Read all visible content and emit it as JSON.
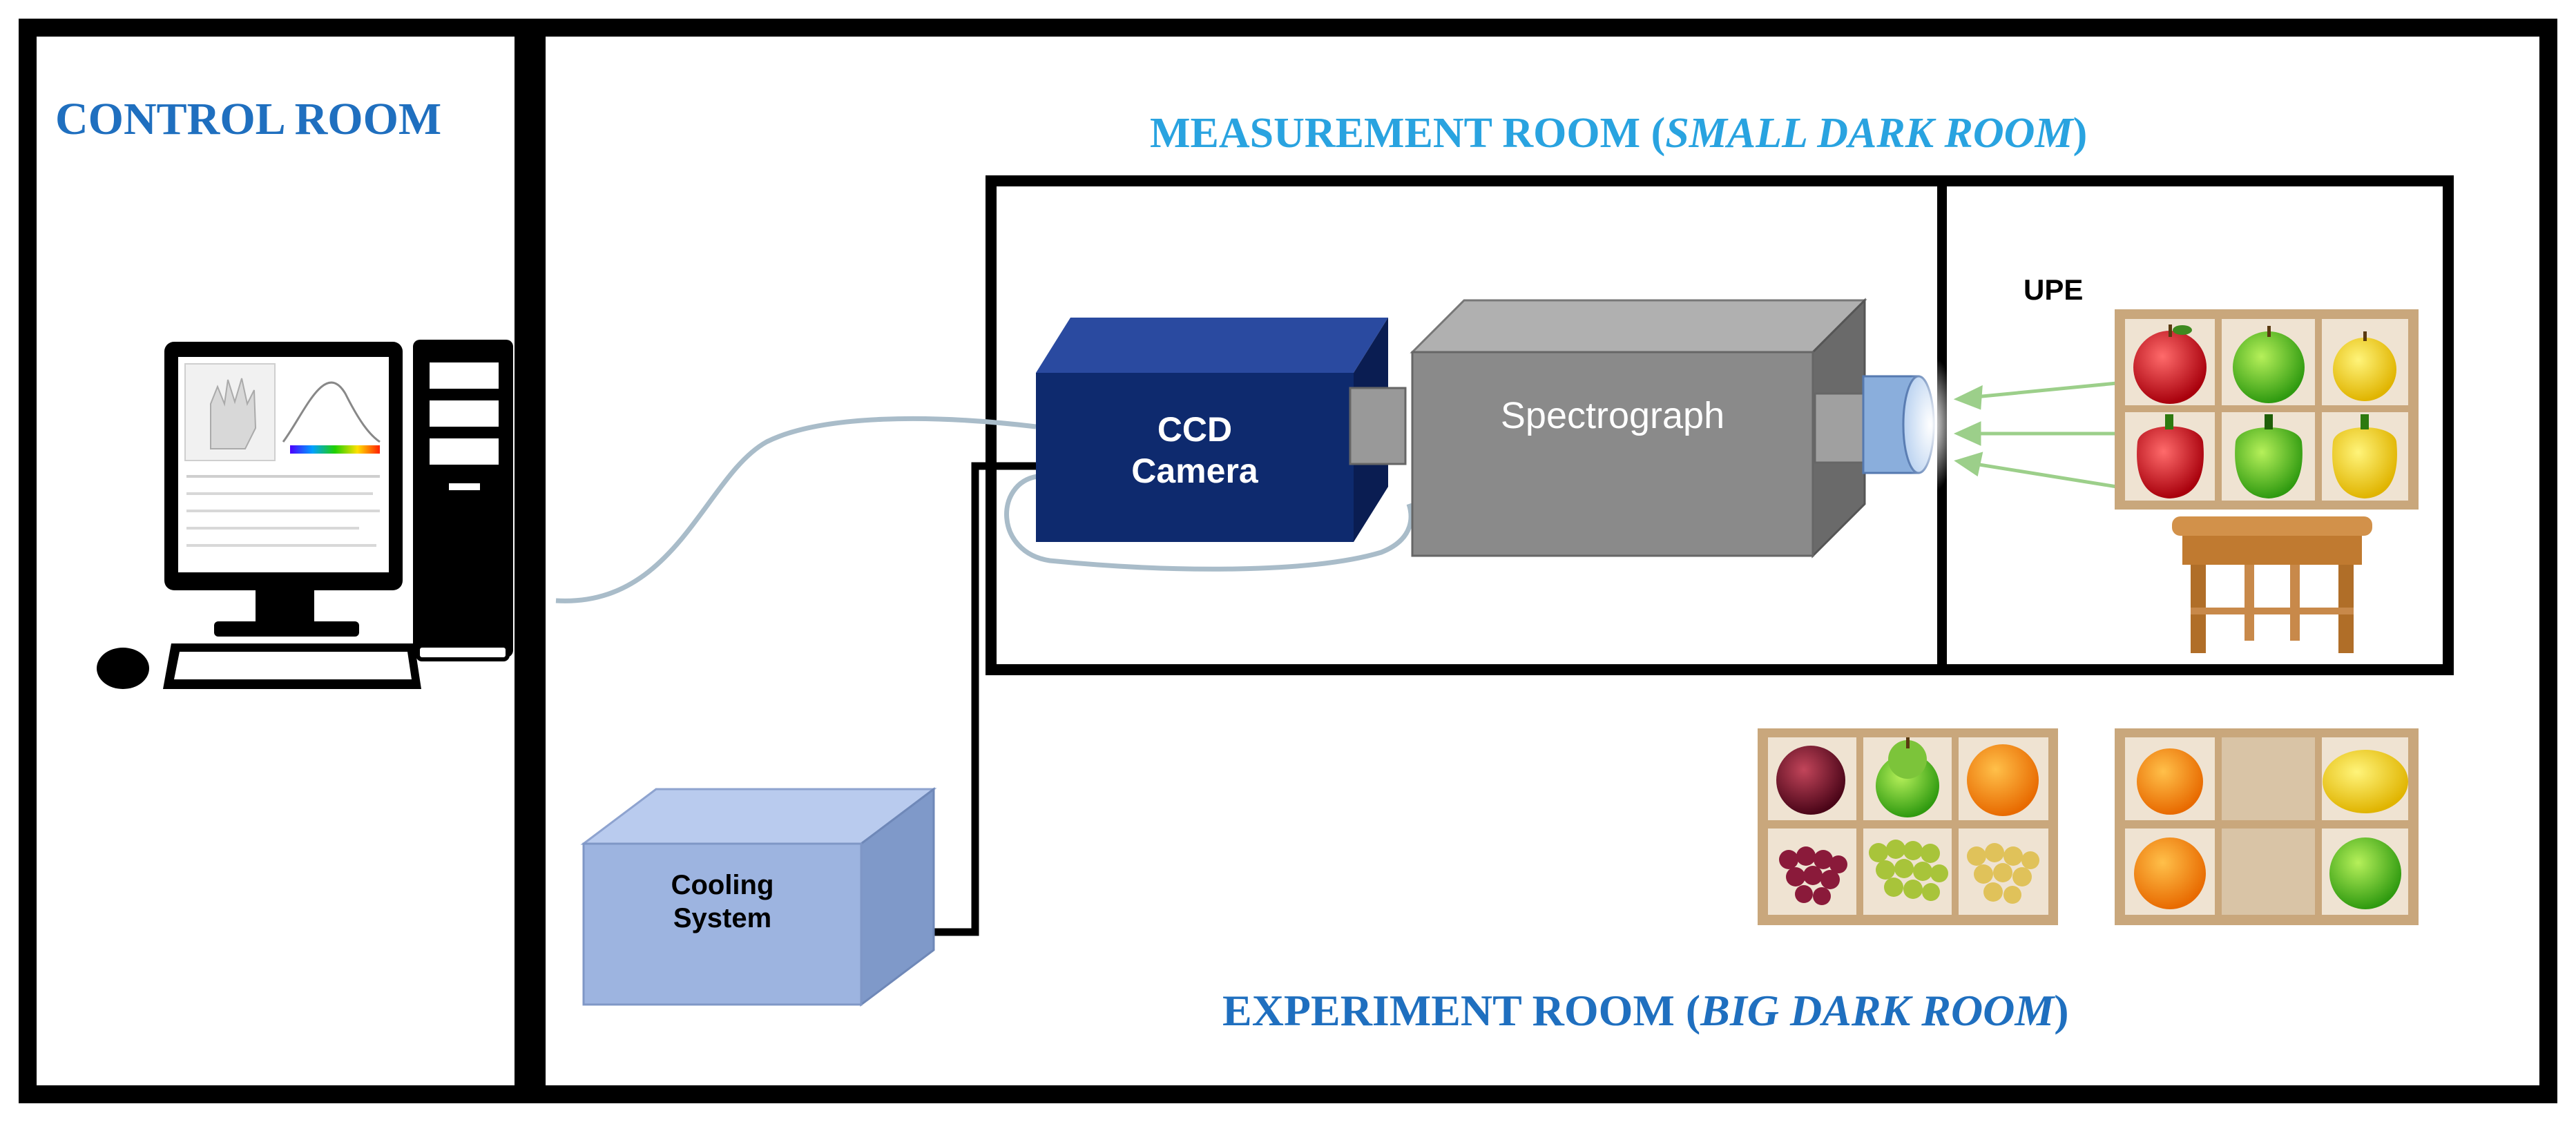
{
  "rooms": {
    "control": {
      "label": "CONTROL ROOM"
    },
    "measurement": {
      "label_main": "MEASUREMENT ROOM (",
      "label_italic": "SMALL DARK ROOM",
      "label_close": ")"
    },
    "experiment": {
      "label_main": "EXPERIMENT ROOM (",
      "label_italic": "BIG DARK ROOM",
      "label_close": ")"
    }
  },
  "devices": {
    "ccd_camera": {
      "line1": "CCD",
      "line2": "Camera"
    },
    "spectrograph": {
      "label": "Spectrograph"
    },
    "cooling_system": {
      "line1": "Cooling",
      "line2": "System"
    },
    "sample_label": "UPE"
  },
  "colors": {
    "room_title_dark": "#1f6fbf",
    "room_title_light": "#29a3e0",
    "ccd_camera": "#0e2a6e",
    "spectrograph": "#8a8a8a",
    "cooling_system": "#9db4e0",
    "shelf_wood": "#c9a77c"
  },
  "icons": [
    "computer-monitor-icon",
    "computer-tower-icon",
    "keyboard-icon",
    "mouse-icon",
    "red-apple-icon",
    "green-apple-icon",
    "yellow-apple-icon",
    "red-pepper-icon",
    "green-pepper-icon",
    "yellow-pepper-icon",
    "stool-icon",
    "plum-icon",
    "pear-icon",
    "orange-icon",
    "grapes-icon",
    "lemon-icon",
    "lime-icon"
  ]
}
